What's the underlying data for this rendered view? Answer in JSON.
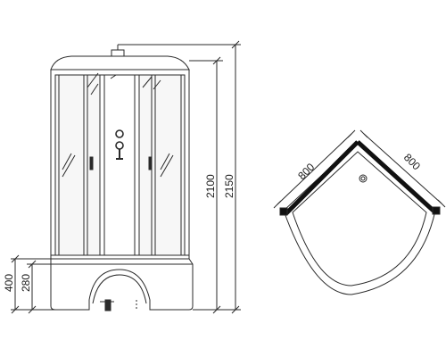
{
  "dimensions": {
    "total_height_with_top": "2150",
    "cabin_height": "2100",
    "base_height": "400",
    "tray_height": "280",
    "tray_side_left": "800",
    "tray_side_right": "800"
  },
  "colors": {
    "line": "#2a2a2a",
    "glass_fill": "#f7f7f7",
    "bold_edge": "#111111"
  }
}
